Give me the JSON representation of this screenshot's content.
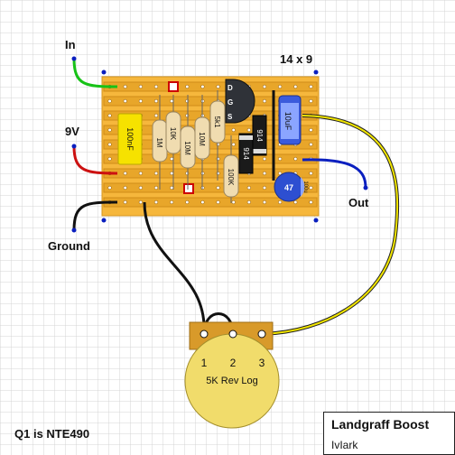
{
  "labels": {
    "in": "In",
    "v9": "9V",
    "ground": "Ground",
    "out": "Out",
    "board_size": "14 x 9",
    "q1_note": "Q1 is NTE490"
  },
  "components": {
    "cap_100nf": "100nF",
    "r_1m": "1M",
    "r_10k": "10K",
    "r_10m_a": "10M",
    "r_10m_b": "10M",
    "r_5k1": "5k1",
    "r_100k": "100K",
    "diode_a": "914",
    "diode_b": "914",
    "cap_10uf": "10uF",
    "cap_47": "47",
    "cap_47_side": "100u",
    "fet_d": "D",
    "fet_g": "G",
    "fet_s": "S"
  },
  "pot": {
    "label": "5K Rev Log",
    "pin1": "1",
    "pin2": "2",
    "pin3": "3"
  },
  "title_block": {
    "title": "Landgraff Boost",
    "author": "IvIark"
  },
  "colors": {
    "board": "#f6b73c",
    "strip": "#e8a62a",
    "wire_in": "#17c217",
    "wire_9v": "#cc1111",
    "wire_ground": "#111111",
    "wire_out": "#0a1fbf",
    "wire_yellow": "#f2e600",
    "pot_body": "#f1dc6b",
    "pot_tab": "#d89a2a"
  }
}
